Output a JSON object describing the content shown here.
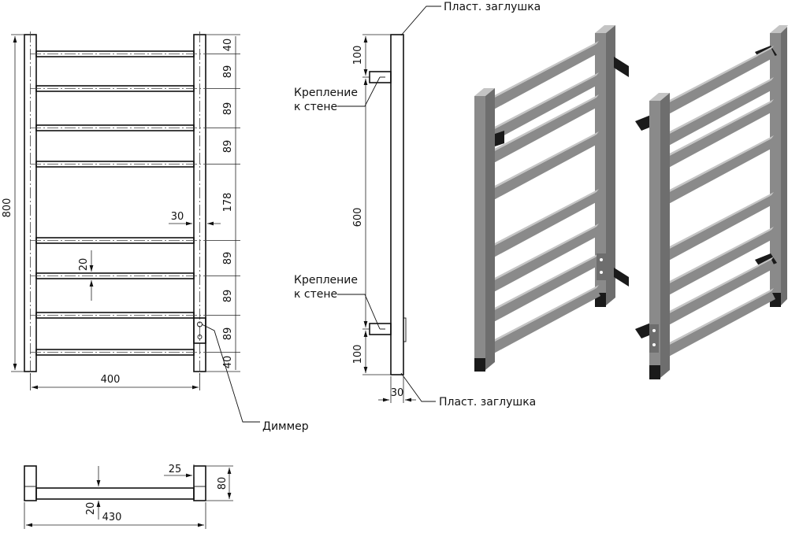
{
  "front_view": {
    "dim_height": "800",
    "dim_width": "400",
    "dim_tube": "30",
    "dim_bar": "20",
    "spacing": [
      "40",
      "89",
      "89",
      "89",
      "178",
      "89",
      "89",
      "89",
      "40"
    ],
    "dimmer_label": "Диммер"
  },
  "side_view": {
    "dim_top": "100",
    "dim_mid": "600",
    "dim_bottom": "100",
    "dim_depth": "30",
    "plug_label_top": "Пласт. заглушка",
    "plug_label_bottom": "Пласт. заглушка",
    "mount_label_top": [
      "Крепление",
      "к стене"
    ],
    "mount_label_bottom": [
      "Крепление",
      "к стене"
    ]
  },
  "top_view": {
    "dim_offset": "25",
    "dim_depth": "80",
    "dim_bar": "20",
    "dim_width": "430"
  }
}
